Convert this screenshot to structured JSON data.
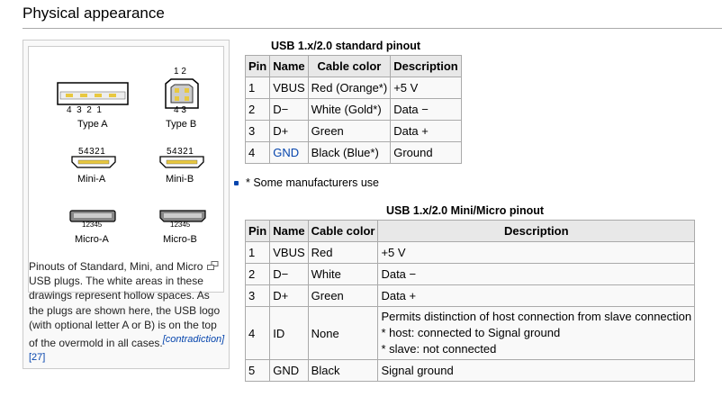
{
  "section": {
    "title": "Physical appearance"
  },
  "figure": {
    "plugs": [
      {
        "label": "Type A",
        "pins": "4  3  2  1"
      },
      {
        "label": "Type B",
        "pins_top": "1 2",
        "pins_bottom": "4 3"
      },
      {
        "label": "Mini-A",
        "pins": "54321"
      },
      {
        "label": "Mini-B",
        "pins": "54321"
      },
      {
        "label": "Micro-A",
        "pins": "12345"
      },
      {
        "label": "Micro-B",
        "pins": "12345"
      }
    ],
    "caption_text": "Pinouts of Standard, Mini, and Micro USB plugs. The white areas in these drawings represent hollow spaces. As the plugs are shown here, the USB logo (with optional letter A or B) is on the top of the overmold in all cases.",
    "citation_contradiction": "[contradiction]",
    "citation_ref": "[27]"
  },
  "table1": {
    "title": "USB 1.x/2.0 standard pinout",
    "headers": [
      "Pin",
      "Name",
      "Cable color",
      "Description"
    ],
    "rows": [
      [
        "1",
        "VBUS",
        "Red (Orange*)",
        "+5 V"
      ],
      [
        "2",
        "D−",
        "White (Gold*)",
        "Data −"
      ],
      [
        "3",
        "D+",
        "Green",
        "Data +"
      ],
      [
        "4",
        "GND",
        "Black (Blue*)",
        "Ground"
      ]
    ]
  },
  "note": "* Some manufacturers use",
  "table2": {
    "title": "USB 1.x/2.0 Mini/Micro pinout",
    "headers": [
      "Pin",
      "Name",
      "Cable color",
      "Description"
    ],
    "rows": [
      [
        "1",
        "VBUS",
        "Red",
        "+5 V"
      ],
      [
        "2",
        "D−",
        "White",
        "Data −"
      ],
      [
        "3",
        "D+",
        "Green",
        "Data +"
      ],
      [
        "4",
        "ID",
        "None",
        "Permits distinction of host connection from slave connection",
        "* host: connected to Signal ground",
        "* slave: not connected"
      ],
      [
        "5",
        "GND",
        "Black",
        "Signal ground"
      ]
    ]
  },
  "colors": {
    "link": "#0645ad",
    "header_bg": "#e8e8e8",
    "table_bg": "#f9f9f9",
    "border": "#aaaaaa"
  }
}
